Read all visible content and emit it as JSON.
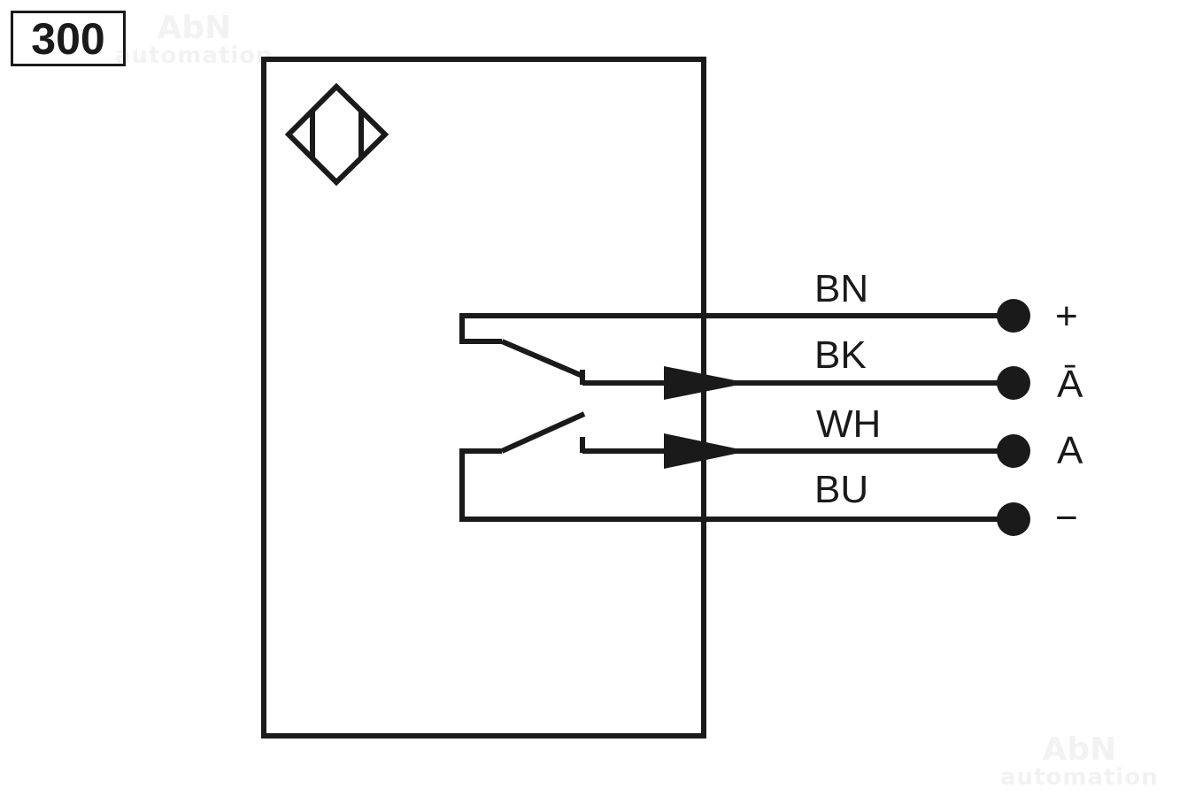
{
  "diagram_code": "300",
  "watermark": {
    "line1": "AbN",
    "line2": "automation"
  },
  "wires": [
    {
      "color_code": "BN",
      "terminal": "+"
    },
    {
      "color_code": "BK",
      "terminal": "Ā"
    },
    {
      "color_code": "WH",
      "terminal": "A"
    },
    {
      "color_code": "BU",
      "terminal": "−"
    }
  ],
  "colors": {
    "ink": "#1a1a1a",
    "watermark": "#f2f2f2"
  }
}
